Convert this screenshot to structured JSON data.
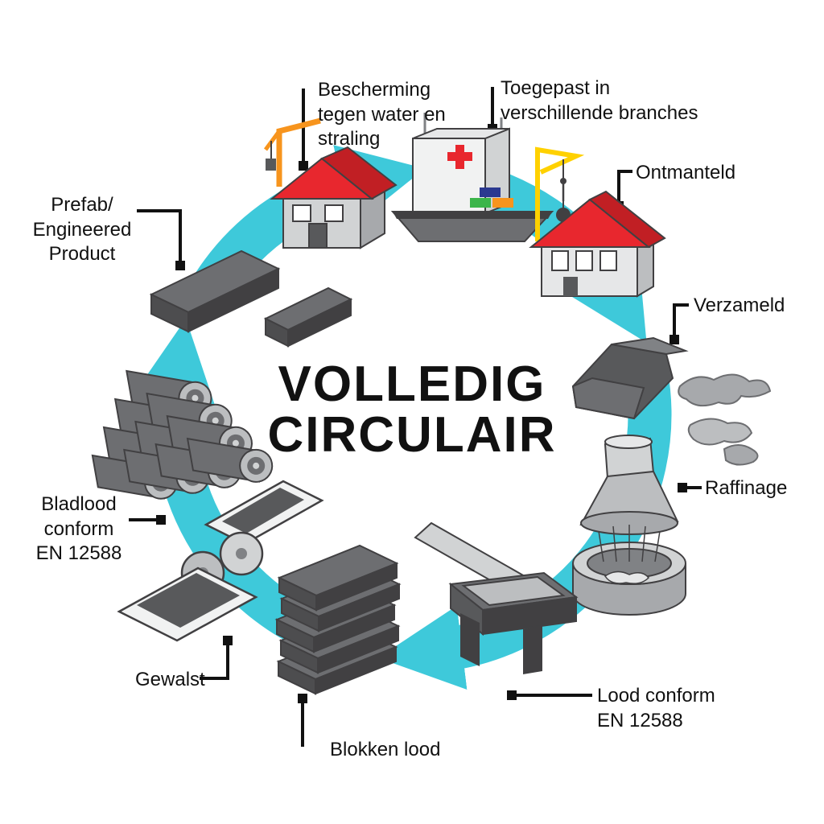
{
  "title": {
    "line1": "VOLLEDIG",
    "line2": "CIRCULAIR"
  },
  "colors": {
    "accent": "#3EC9DA",
    "red": "#E8272E",
    "ink": "#111111",
    "crane_orange": "#F7941D",
    "crane_yellow": "#FFD100",
    "lead_dark": "#4D4D4F",
    "lead_mid": "#6D6E71",
    "metal_light": "#D1D3D4"
  },
  "stages": [
    {
      "id": "bescherming",
      "label": "Bescherming\ntegen water en\nstraling"
    },
    {
      "id": "toegepast",
      "label": "Toegepast in\nverschillende branches"
    },
    {
      "id": "ontmanteld",
      "label": "Ontmanteld"
    },
    {
      "id": "verzameld",
      "label": "Verzameld"
    },
    {
      "id": "raffinage",
      "label": "Raffinage"
    },
    {
      "id": "lood-conform",
      "label": "Lood conform\nEN 12588"
    },
    {
      "id": "blokken-lood",
      "label": "Blokken lood"
    },
    {
      "id": "gewalst",
      "label": "Gewalst"
    },
    {
      "id": "bladlood",
      "label": "Bladlood\nconform\nEN 12588"
    },
    {
      "id": "prefab",
      "label": "Prefab/\nEngineered\nProduct"
    }
  ]
}
